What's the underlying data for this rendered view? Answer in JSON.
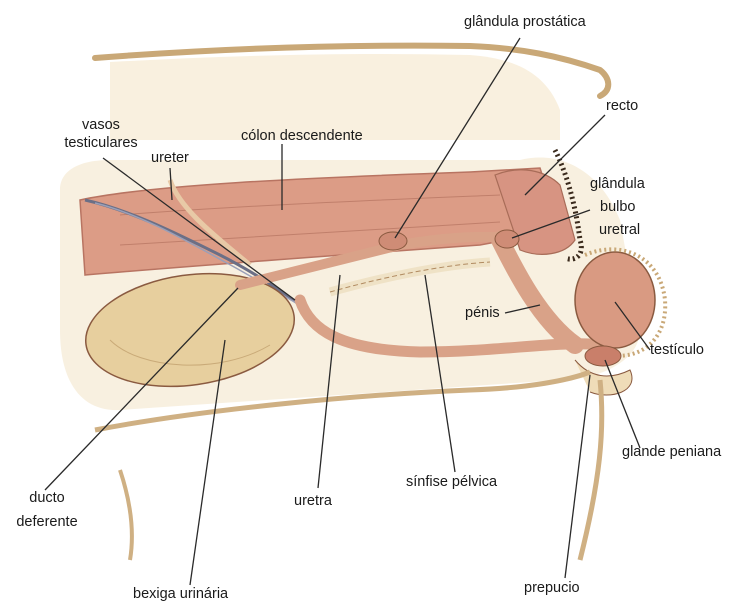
{
  "labels": {
    "glandula_prostatica": "glândula prostática",
    "recto": "recto",
    "vasos_1": "vasos",
    "vasos_2": "testiculares",
    "ureter": "ureter",
    "colon": "cólon descendente",
    "bulbo_1": "glândula",
    "bulbo_2": "bulbo",
    "bulbo_3": "uretral",
    "penis": "pénis",
    "testiculo": "testículo",
    "glande": "glande peniana",
    "ducto_1": "ducto",
    "ducto_2": "deferente",
    "uretra": "uretra",
    "sinfise": "sínfise pélvica",
    "prepucio": "prepucio",
    "bexiga": "bexiga urinária"
  },
  "colors": {
    "skin": "#eed9b4",
    "muscle": "#dc9c86",
    "muscle_dark": "#b87462",
    "bladder": "#e7cf9e",
    "outline": "#8a5a40",
    "leader": "#2a2a2a",
    "fur": "#c9a877"
  }
}
